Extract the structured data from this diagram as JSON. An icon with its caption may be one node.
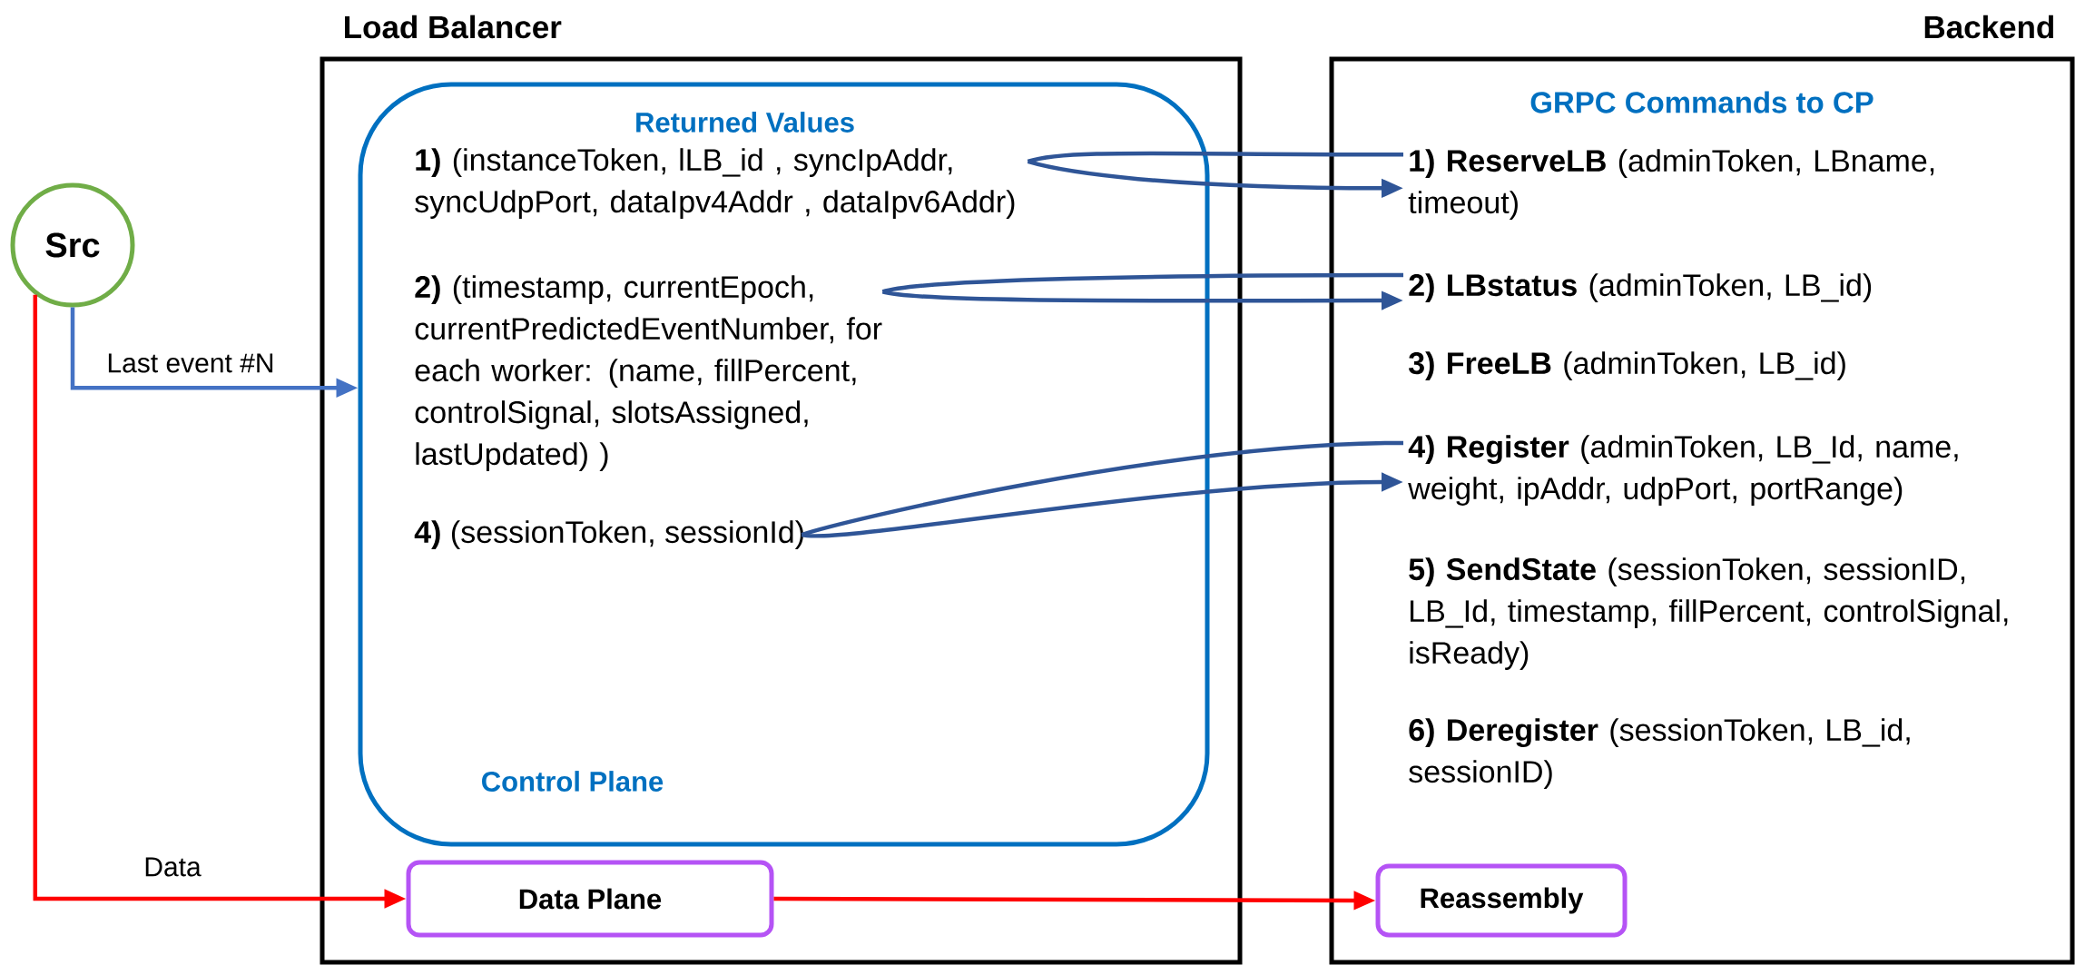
{
  "diagram": {
    "nodes": [
      {
        "text": [
          "Src"
        ]
      },
      {
        "text": [
          "Load Balancer"
        ]
      },
      {
        "text": [
          "Returned Values",
          "Control Plane"
        ],
        "in": 1
      },
      {
        "text": [
          "**1)** (instanceToken, lLB_id , syncIpAddr, syncUdpPort, dataIpv4Addr , dataIpv6Addr)"
        ],
        "in": 2
      },
      {
        "text": [
          "**2)** (timestamp, currentEpoch, currentPredictedEventNumber, for each worker: (name, fillPercent, controlSignal, slotsAssigned, lastUpdated) )"
        ],
        "in": 2
      },
      {
        "text": [
          "**4)** (sessionToken, sessionId)"
        ],
        "in": 2
      },
      {
        "text": [
          "Data Plane"
        ],
        "in": 1
      },
      {
        "text": [
          "Backend",
          "GRPC Commands to CP"
        ]
      },
      {
        "text": [
          "**1) ReserveLB** (adminToken, LBname, timeout)"
        ],
        "in": 7
      },
      {
        "text": [
          "**2) LBstatus** (adminToken, LB_id)"
        ],
        "in": 7
      },
      {
        "text": [
          "**3) FreeLB** (adminToken, LB_id)"
        ],
        "in": 7
      },
      {
        "text": [
          "**4) Register** (adminToken, LB_Id, name, weight, ipAddr, udpPort, portRange)"
        ],
        "in": 7
      },
      {
        "text": [
          "**5) SendState** (sessionToken, sessionID, LB_Id, timestamp, fillPercent, controlSignal, isReady)"
        ],
        "in": 7
      },
      {
        "text": [
          "**6) Deregister** (sessionToken, LB_id, sessionID)"
        ],
        "in": 7
      },
      {
        "text": [
          "Reassembly"
        ],
        "in": 7
      }
    ],
    "edges": [
      {
        "from": 0,
        "to": 2,
        "arrow": "to",
        "label": "Last event #N",
        "color": "#4472c4"
      },
      {
        "from": 0,
        "to": 6,
        "arrow": "to",
        "label": "Data",
        "color": "#ff0000"
      },
      {
        "from": 6,
        "to": 14,
        "arrow": "to",
        "color": "#ff0000"
      },
      {
        "from": 8,
        "to": 3,
        "arrow": "none"
      },
      {
        "from": 3,
        "to": 8,
        "arrow": "to"
      },
      {
        "from": 9,
        "to": 4,
        "arrow": "none"
      },
      {
        "from": 4,
        "to": 9,
        "arrow": "to"
      },
      {
        "from": 11,
        "to": 5,
        "arrow": "none"
      },
      {
        "from": 5,
        "to": 11,
        "arrow": "to"
      }
    ]
  }
}
